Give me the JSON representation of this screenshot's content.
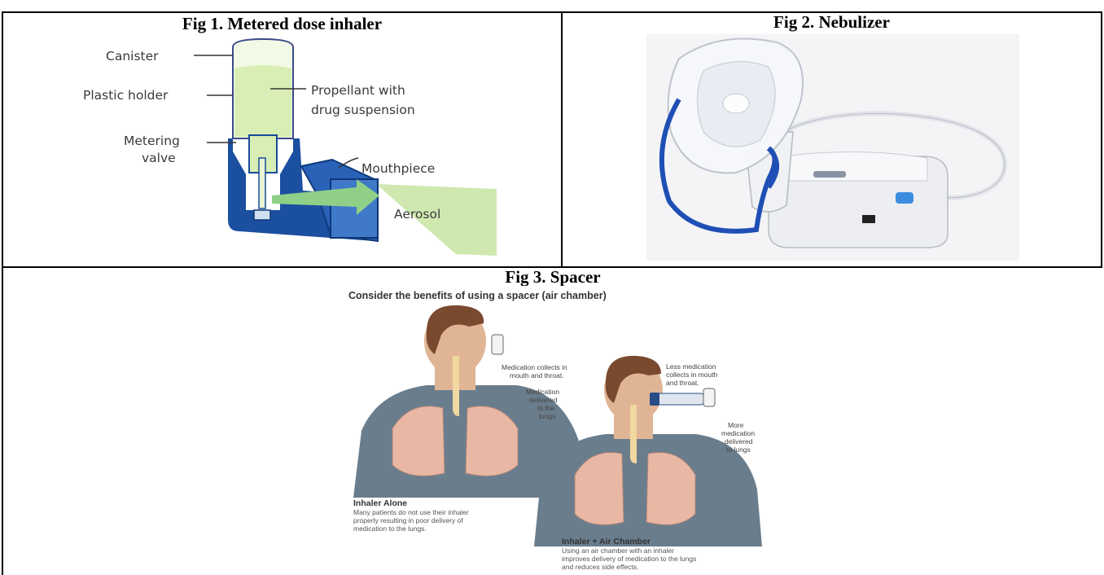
{
  "fig1": {
    "caption": "Fig 1. Metered dose inhaler",
    "labels": {
      "canister": "Canister",
      "plastic_holder": "Plastic holder",
      "propellant_1": "Propellant with",
      "propellant_2": "drug suspension",
      "metering_1": "Metering",
      "metering_2": "valve",
      "mouthpiece": "Mouthpiece",
      "aerosol": "Aerosol"
    }
  },
  "fig2": {
    "caption": "Fig 2. Nebulizer"
  },
  "fig3": {
    "caption": "Fig 3. Spacer",
    "heading": "Consider the benefits of using a spacer (air chamber)",
    "left": {
      "note1_1": "Medication collects in",
      "note1_2": "mouth and throat.",
      "note2_1": "Medication",
      "note2_2": "delivered",
      "note2_3": "to the",
      "note2_4": "lungs",
      "title": "Inhaler Alone",
      "desc_1": "Many patients do not use their inhaler",
      "desc_2": "properly resulting in poor delivery of",
      "desc_3": "medication to the lungs."
    },
    "right": {
      "note1_1": "Less medication",
      "note1_2": "collects in mouth",
      "note1_3": "and throat.",
      "note2_1": "More",
      "note2_2": "medication",
      "note2_3": "delivered",
      "note2_4": "to lungs",
      "title": "Inhaler + Air Chamber",
      "desc_1": "Using an air chamber with an inhaler",
      "desc_2": "improves delivery of medication to the lungs",
      "desc_3": "and reduces side effects."
    }
  },
  "colors": {
    "canister_fill": "#d8eeb4",
    "holder_blue": "#1b4fa0",
    "aerosol_green": "#cfe8b0",
    "skin": "#e0b595",
    "shirt": "#6a7d8c",
    "lung": "#e8b8a4",
    "strap_blue": "#1f4fb5"
  }
}
